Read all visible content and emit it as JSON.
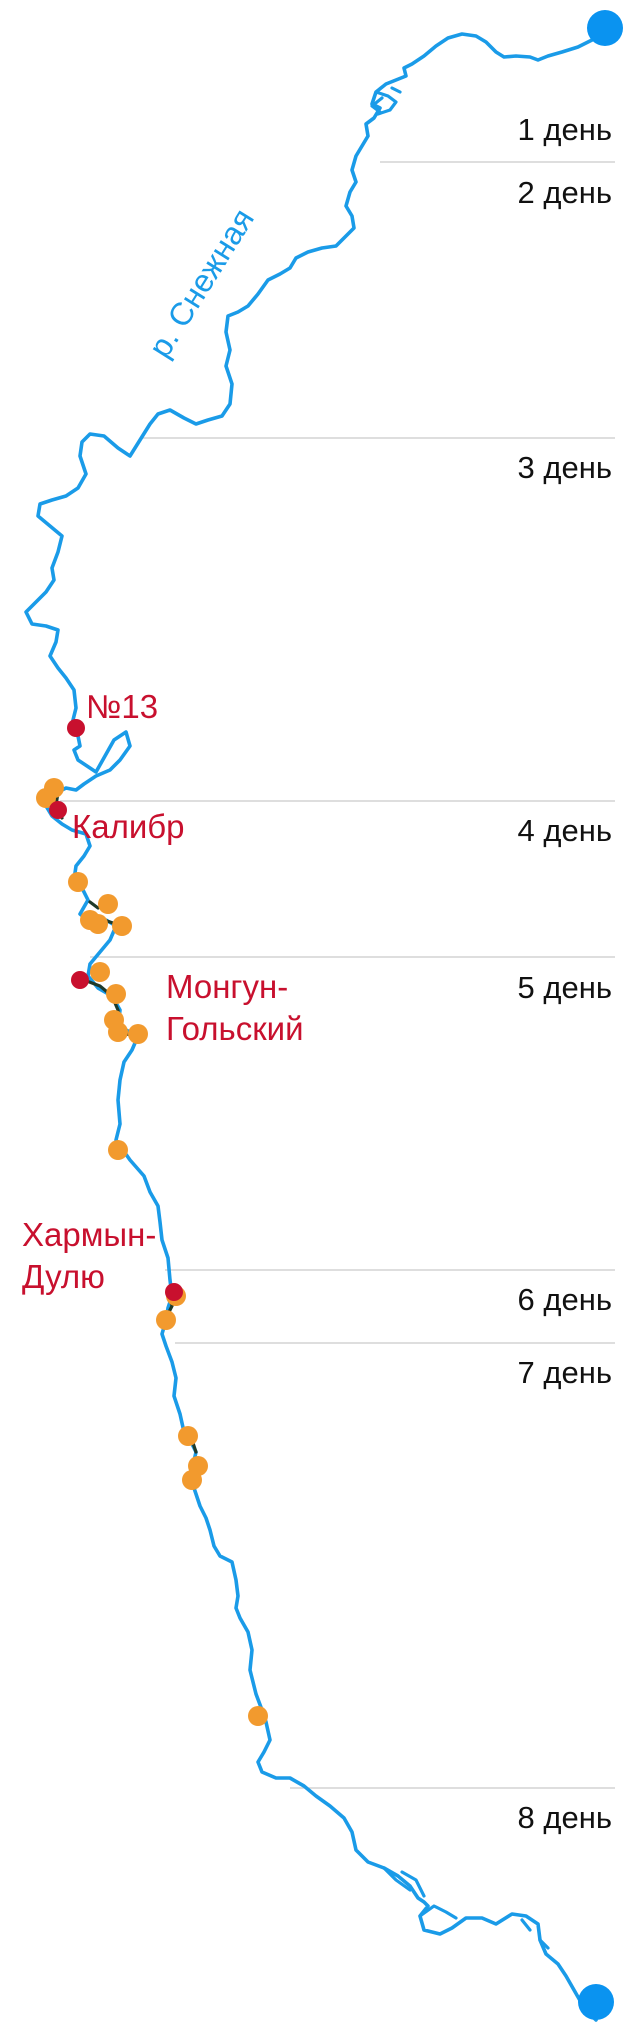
{
  "map": {
    "river_name": "р. Снежная",
    "days": [
      {
        "label": "1 день"
      },
      {
        "label": "2 день"
      },
      {
        "label": "3 день"
      },
      {
        "label": "4 день"
      },
      {
        "label": "5 день"
      },
      {
        "label": "6 день"
      },
      {
        "label": "7 день"
      },
      {
        "label": "8 день"
      }
    ],
    "places": [
      {
        "label": "№13"
      },
      {
        "label": "Калибр"
      },
      {
        "label": "Монгун-",
        "label2": "Гольский"
      },
      {
        "label": "Хармын-",
        "label2": "Дулю"
      }
    ],
    "colors": {
      "river": "#1a9be8",
      "endpoint": "#0a93f0",
      "rapid": "#f29a2e",
      "camp": "#c8102e",
      "portage": "#1f3a2a",
      "day_line": "#c9c9c9",
      "day_text": "#111111",
      "place_text": "#c8102e",
      "river_text": "#1a9be8"
    }
  }
}
